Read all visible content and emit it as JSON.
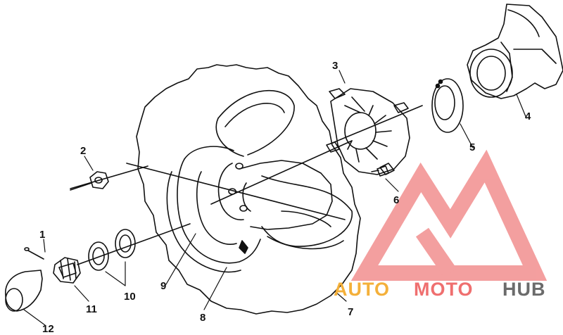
{
  "callouts": [
    {
      "label": "1"
    },
    {
      "label": "2"
    },
    {
      "label": "3"
    },
    {
      "label": "4"
    },
    {
      "label": "5"
    },
    {
      "label": "6"
    },
    {
      "label": "7"
    },
    {
      "label": "8"
    },
    {
      "label": "9"
    },
    {
      "label": "10"
    },
    {
      "label": "11"
    },
    {
      "label": "12"
    }
  ],
  "watermark": {
    "part1": "AUTO",
    "part2": "MOTO",
    "part3": "HUB",
    "colors": {
      "auto": "#f4b03a",
      "moto": "#ef6f6f",
      "hub": "#6b6b6b",
      "logo": "#f39a9a"
    }
  }
}
